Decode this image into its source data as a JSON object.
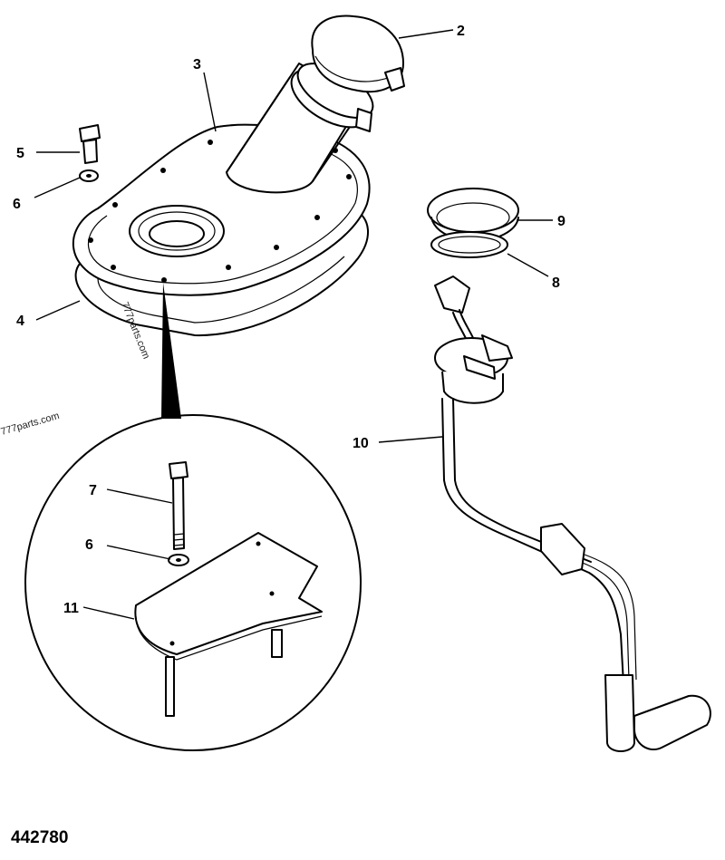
{
  "drawing_number": "442780",
  "watermarks": [
    "777parts.com",
    "777parts.com"
  ],
  "callouts": [
    {
      "id": "c2",
      "label": "2"
    },
    {
      "id": "c3",
      "label": "3"
    },
    {
      "id": "c4",
      "label": "4"
    },
    {
      "id": "c5",
      "label": "5"
    },
    {
      "id": "c6a",
      "label": "6"
    },
    {
      "id": "c6b",
      "label": "6"
    },
    {
      "id": "c7",
      "label": "7"
    },
    {
      "id": "c8",
      "label": "8"
    },
    {
      "id": "c9",
      "label": "9"
    },
    {
      "id": "c10",
      "label": "10"
    },
    {
      "id": "c11",
      "label": "11"
    }
  ]
}
